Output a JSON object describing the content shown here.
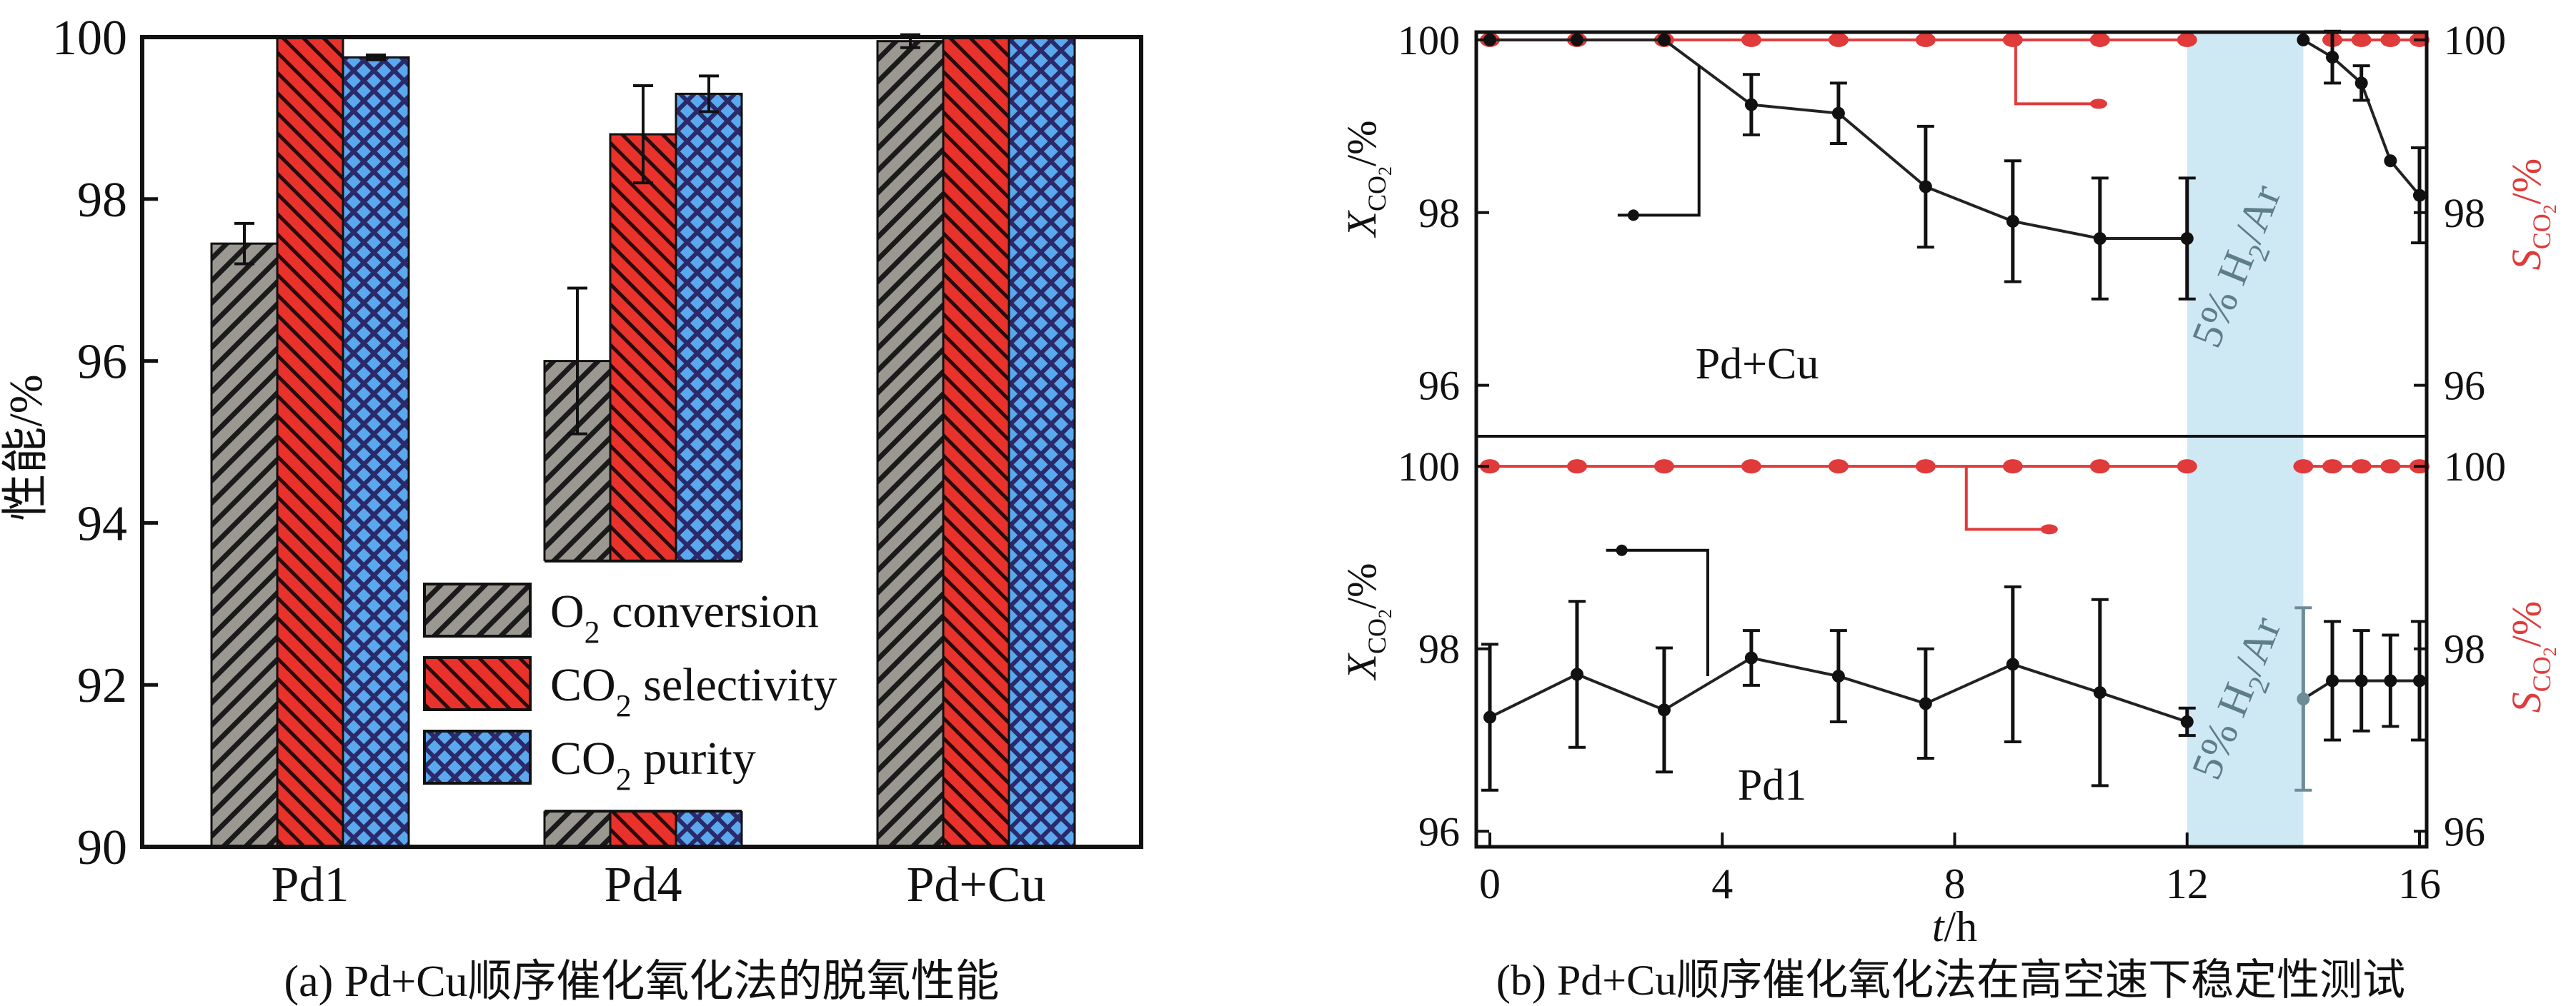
{
  "colors": {
    "gray_bar": "#9b9791",
    "red_bar": "#e8322b",
    "blue_bar": "#3f7fd3",
    "blue_dot": "#5aa8ee",
    "navy_hatch": "#2a2a6a",
    "shade": "#cfe9f4",
    "shade_text": "#5d7d88",
    "selectivity_red": "#e03a3a",
    "axis": "#111111"
  },
  "chart_data": [
    {
      "type": "bar",
      "title": "(a) Pd+Cu顺序催化氧化法的脱氧性能",
      "xlabel": "",
      "ylabel": "性能/%",
      "ylim": [
        90,
        100
      ],
      "yticks": [
        "90",
        "92",
        "94",
        "96",
        "98",
        "100"
      ],
      "categories": [
        "Pd1",
        "Pd4",
        "Pd+Cu"
      ],
      "legend_placement": "center",
      "series": [
        {
          "name": "O2 conversion",
          "label": {
            "main": "O",
            "sub": "2",
            "rest": " conversion"
          },
          "values": [
            97.45,
            96.0,
            99.95
          ],
          "errors": [
            0.25,
            0.9,
            0.08
          ]
        },
        {
          "name": "CO2 selectivity",
          "label": {
            "main": "CO",
            "sub": "2",
            "rest": " selectivity"
          },
          "values": [
            100,
            98.8,
            100
          ],
          "errors": [
            0,
            0.6,
            0
          ]
        },
        {
          "name": "CO2 purity",
          "label": {
            "main": "CO",
            "sub": "2",
            "rest": " purity"
          },
          "values": [
            99.75,
            99.3,
            100
          ],
          "errors": [
            0.03,
            0.22,
            0
          ]
        }
      ],
      "axis_break": {
        "category": "Pd4",
        "from": 90.44,
        "to": 93.53
      }
    },
    {
      "type": "line",
      "title": "(b) Pd+Cu顺序催化氧化法在高空速下稳定性测试",
      "xlabel": {
        "var": "t",
        "unit": "/h"
      },
      "xlim": [
        0,
        16
      ],
      "xticks": [
        "0",
        "4",
        "8",
        "12",
        "16"
      ],
      "shaded_region": {
        "from": 12,
        "to": 14,
        "label": {
          "pre": "5% H",
          "sub": "2",
          "post": "/Ar"
        }
      },
      "left_ylabel": {
        "var": "X",
        "sub": "CO",
        "subsub": "2",
        "unit": "/%"
      },
      "right_ylabel": {
        "var": "S",
        "sub": "CO",
        "subsub": "2",
        "unit": "/%"
      },
      "panels": [
        {
          "name": "Pd+Cu",
          "ylim": [
            95.41,
            100.09
          ],
          "yticks": [
            "96",
            "98",
            "100"
          ],
          "X_segments": [
            {
              "t": [
                0,
                1.5,
                3,
                4.5,
                6,
                7.5,
                9,
                10.5,
                12
              ],
              "y": [
                100,
                100,
                100,
                99.25,
                99.15,
                98.3,
                97.9,
                97.7,
                97.7
              ],
              "err": [
                0,
                0,
                0,
                0.35,
                0.35,
                0.7,
                0.7,
                0.7,
                0.7
              ]
            },
            {
              "t": [
                14,
                14.5,
                15,
                15.5,
                16
              ],
              "y": [
                100,
                99.8,
                99.5,
                98.6,
                98.2
              ],
              "err": [
                0,
                0.3,
                0.2,
                0.05,
                0.55
              ]
            }
          ],
          "S_segments": [
            {
              "t": [
                0,
                1.5,
                3,
                4.5,
                6,
                7.5,
                9,
                10.5,
                12
              ],
              "y": [
                100,
                100,
                100,
                100,
                100,
                100,
                100,
                100,
                100
              ]
            },
            {
              "t": [
                14.5,
                15,
                15.5,
                16
              ],
              "y": [
                100,
                100,
                100,
                100
              ]
            }
          ],
          "left_arrow": {
            "t_vertical": 3.6,
            "y_from": 99.7,
            "y_to": 97.97,
            "t_end": 2.2
          },
          "right_arrow": {
            "t_vertical": 9.05,
            "y_from": 100,
            "y_to": 99.26,
            "t_end": 10.6
          }
        },
        {
          "name": "Pd1",
          "ylim": [
            95.83,
            100.33
          ],
          "yticks": [
            "96",
            "98",
            "100"
          ],
          "X_segments": [
            {
              "t": [
                0,
                1.5,
                3,
                4.5,
                6,
                7.5,
                9,
                10.5,
                12
              ],
              "y": [
                97.25,
                97.72,
                97.33,
                97.9,
                97.7,
                97.4,
                97.83,
                97.52,
                97.2
              ],
              "err": [
                0.8,
                0.8,
                0.68,
                0.3,
                0.5,
                0.6,
                0.85,
                1.02,
                0.15
              ]
            },
            {
              "t": [
                14,
                14.5,
                15,
                15.5,
                16
              ],
              "y": [
                97.45,
                97.65,
                97.65,
                97.65,
                97.65
              ],
              "err": [
                1.0,
                0.65,
                0.55,
                0.5,
                0.65
              ]
            }
          ],
          "S_segments": [
            {
              "t": [
                0,
                1.5,
                3,
                4.5,
                6,
                7.5,
                9,
                10.5,
                12
              ],
              "y": [
                100,
                100,
                100,
                100,
                100,
                100,
                100,
                100,
                100
              ]
            },
            {
              "t": [
                14,
                14.5,
                15,
                15.5,
                16
              ],
              "y": [
                100,
                100,
                100,
                100,
                100
              ]
            }
          ],
          "left_arrow": {
            "t_vertical": 3.75,
            "y_from": 97.7,
            "y_to": 99.08,
            "t_end": 2.0
          },
          "right_arrow": {
            "t_vertical": 8.2,
            "y_from": 100,
            "y_to": 99.31,
            "t_end": 9.75
          }
        }
      ]
    }
  ]
}
